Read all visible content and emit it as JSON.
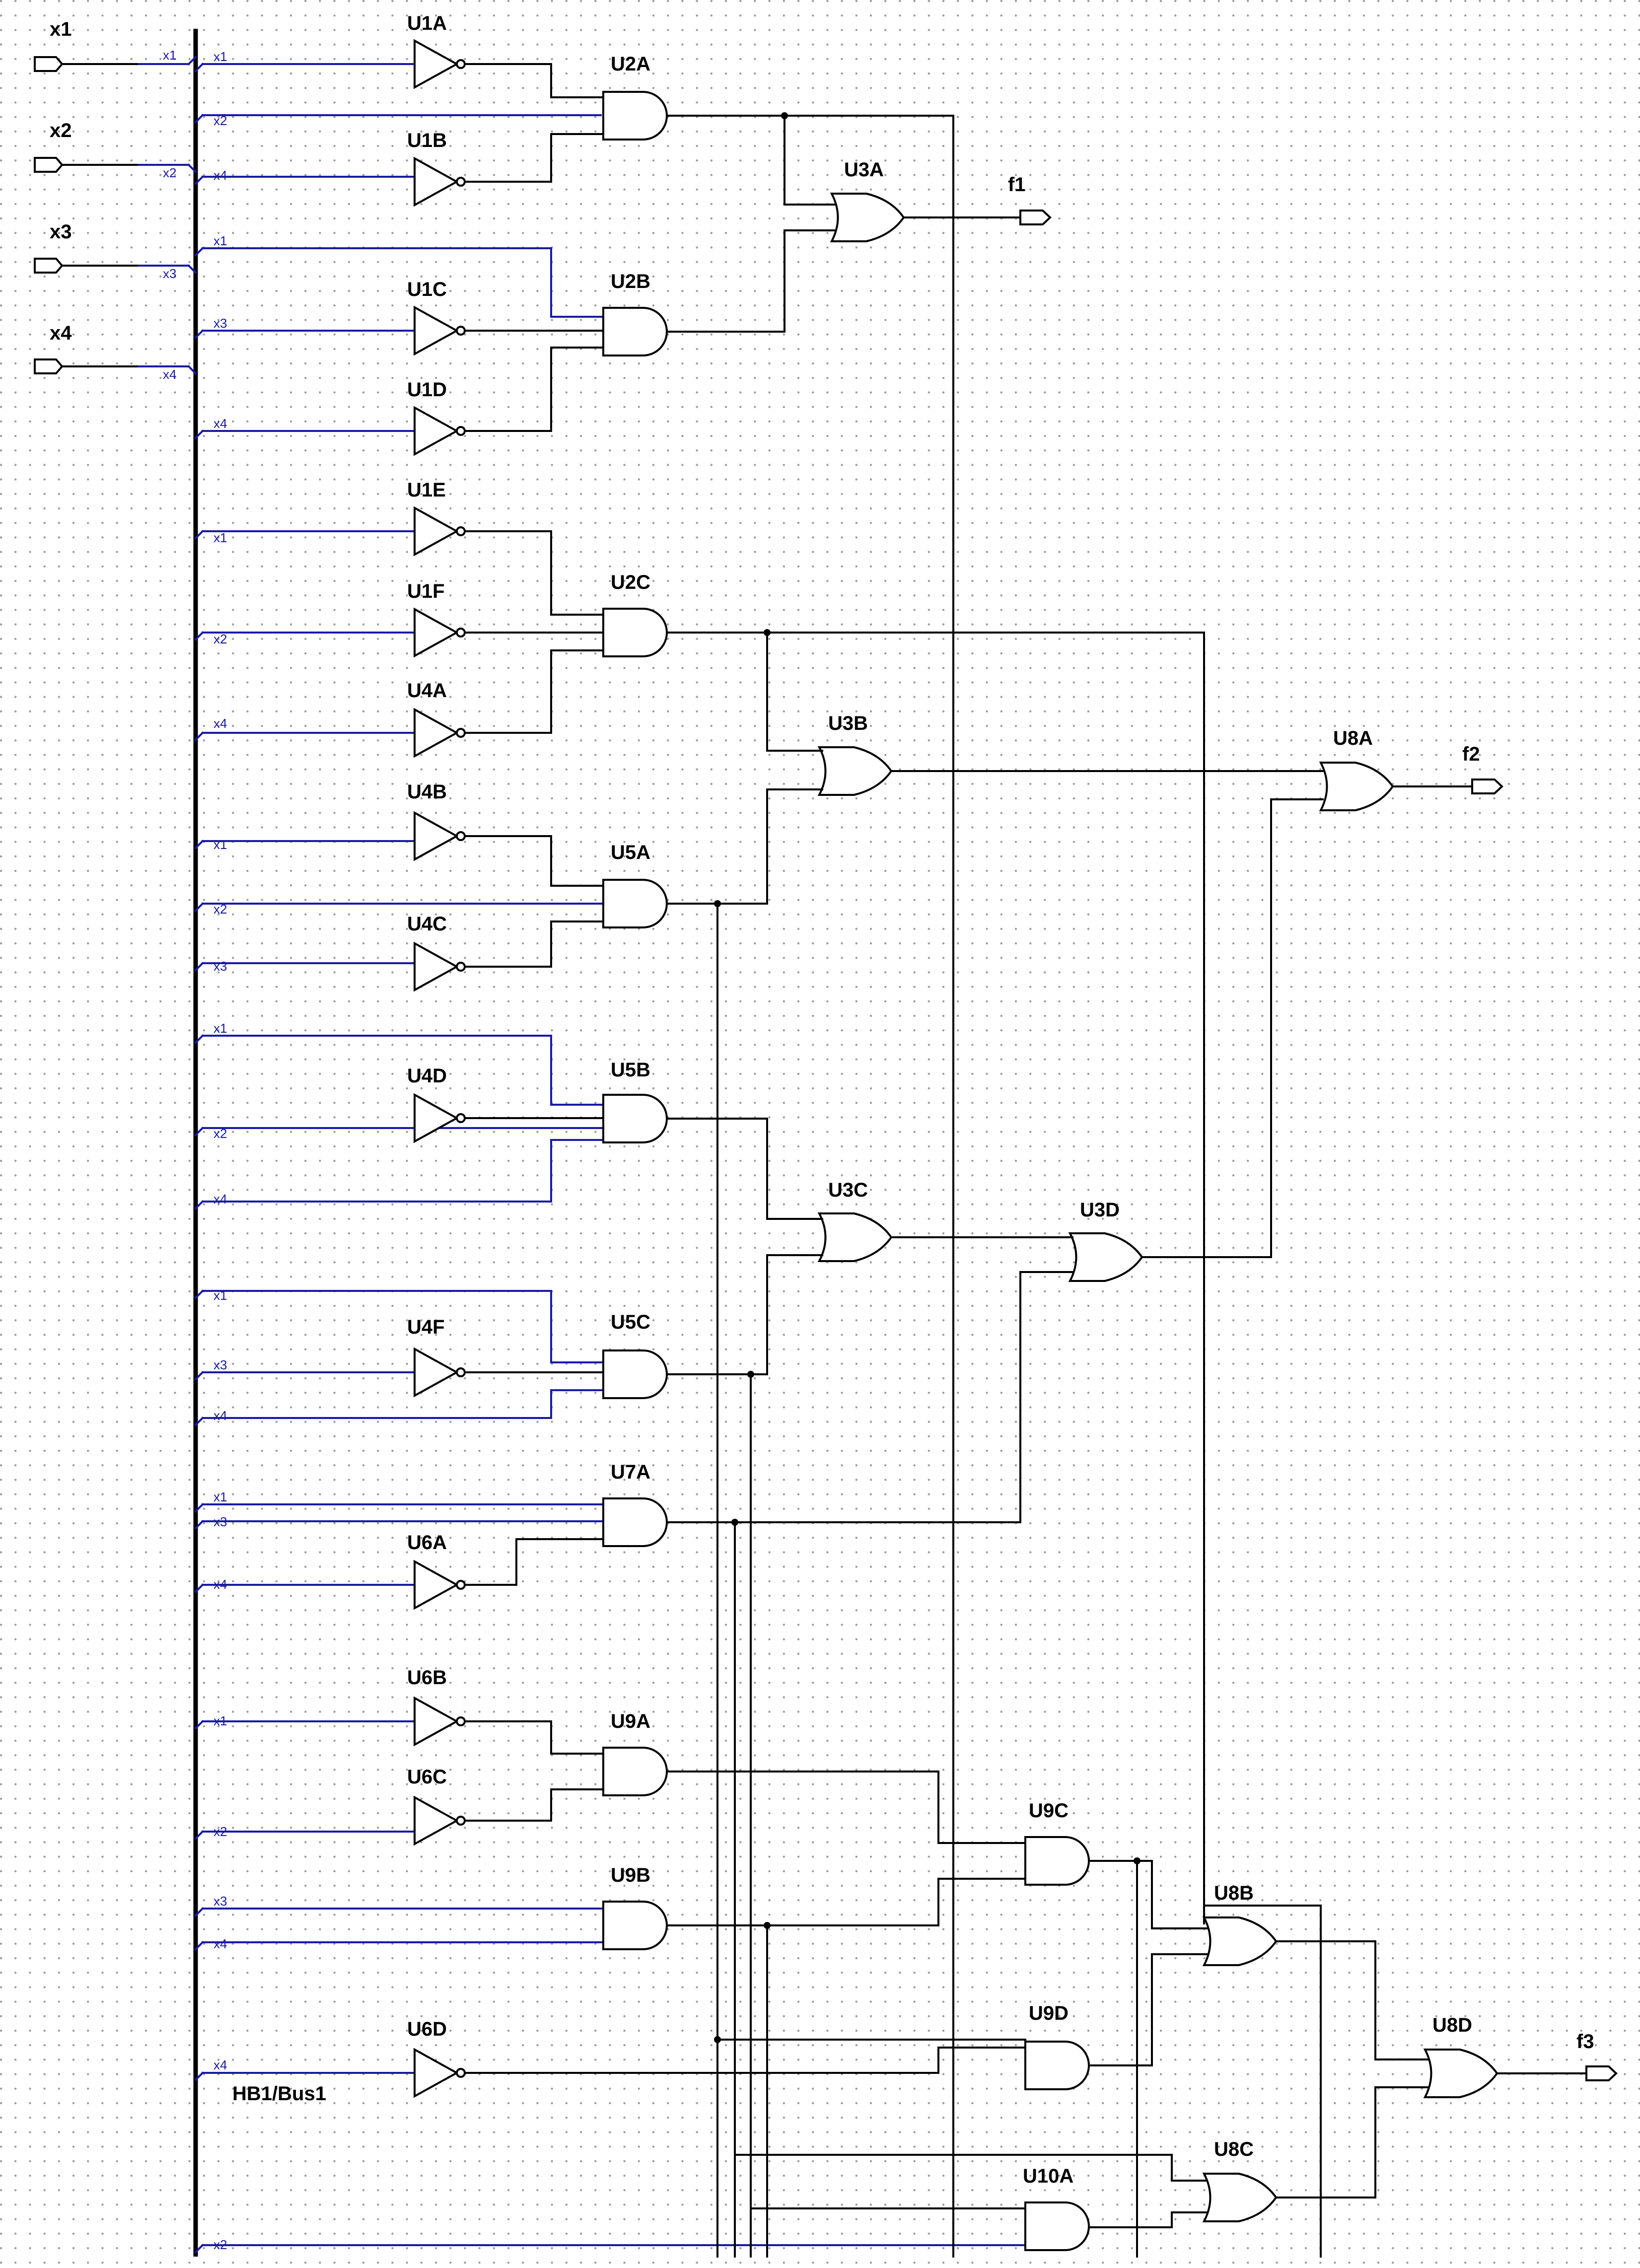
{
  "schematic": {
    "inputs": [
      "x1",
      "x2",
      "x3",
      "x4"
    ],
    "outputs": [
      "f1",
      "f2",
      "f3"
    ],
    "bus_label": "HB1/Bus1",
    "nets": [
      "x1",
      "x2",
      "x3",
      "x4"
    ],
    "gates": {
      "U1A": "U1A",
      "U1B": "U1B",
      "U1C": "U1C",
      "U1D": "U1D",
      "U1E": "U1E",
      "U1F": "U1F",
      "U2A": "U2A",
      "U2B": "U2B",
      "U2C": "U2C",
      "U3A": "U3A",
      "U3B": "U3B",
      "U3C": "U3C",
      "U3D": "U3D",
      "U4A": "U4A",
      "U4B": "U4B",
      "U4C": "U4C",
      "U4D": "U4D",
      "U4F": "U4F",
      "U5A": "U5A",
      "U5B": "U5B",
      "U5C": "U5C",
      "U6A": "U6A",
      "U6B": "U6B",
      "U6C": "U6C",
      "U6D": "U6D",
      "U7A": "U7A",
      "U8A": "U8A",
      "U8B": "U8B",
      "U8C": "U8C",
      "U8D": "U8D",
      "U9A": "U9A",
      "U9B": "U9B",
      "U9C": "U9C",
      "U9D": "U9D",
      "U10A": "U10A"
    }
  }
}
